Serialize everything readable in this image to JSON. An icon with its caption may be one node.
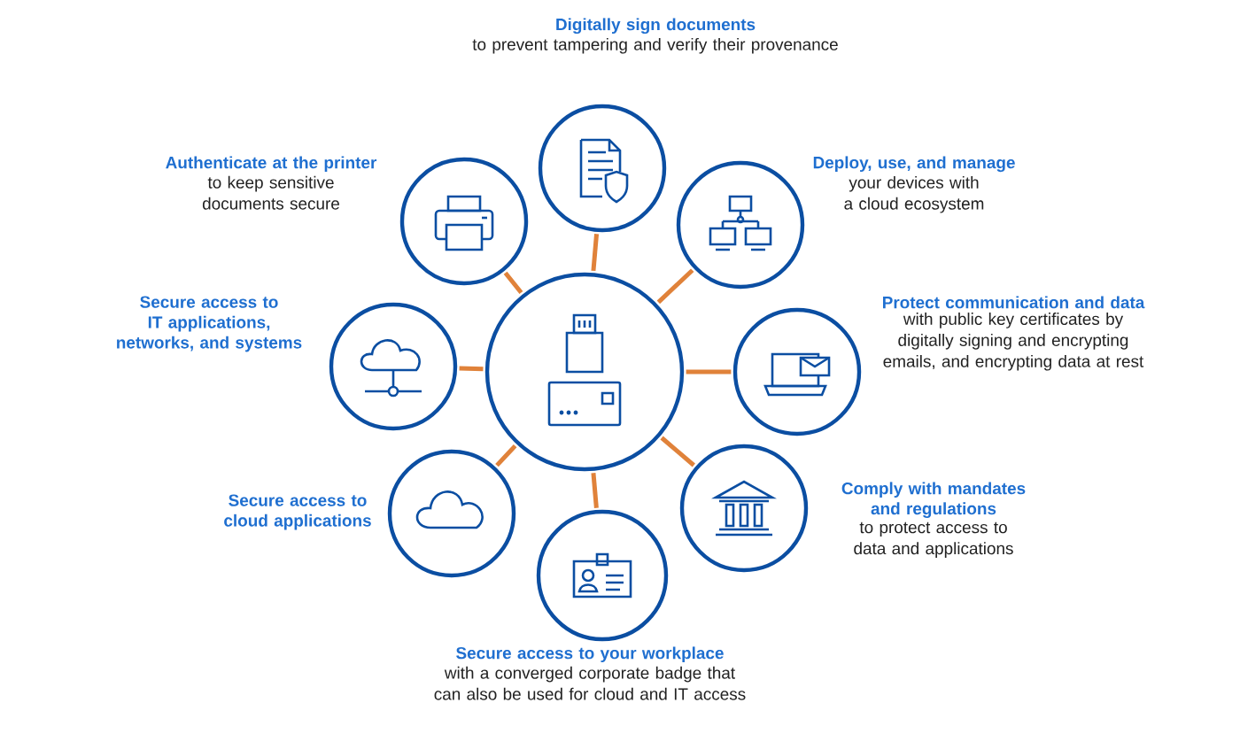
{
  "diagram": {
    "nodes": [
      {
        "text": [],
        "shape": "circle"
      },
      {
        "text": [
          "Digitally sign documents",
          "to prevent tampering and verify their provenance"
        ]
      },
      {
        "text": [
          "Authenticate at the printer",
          "to keep sensitive documents secure"
        ]
      },
      {
        "text": [
          "Deploy, use, and manage",
          "your devices with a cloud ecosystem"
        ]
      },
      {
        "text": [
          "Secure access to IT applications, networks, and systems"
        ]
      },
      {
        "text": [
          "Protect communication and data",
          "with public key certificates by digitally signing and encrypting emails, and encrypting data at rest"
        ]
      },
      {
        "text": [
          "Secure access to cloud applications"
        ]
      },
      {
        "text": [
          "Comply with mandates and regulations",
          "to protect access to data and applications"
        ]
      },
      {
        "text": [
          "Secure access to your workplace",
          "with a converged corporate badge that can also be used for cloud and IT access"
        ]
      }
    ],
    "edges": [
      {
        "from": 0,
        "to": 1,
        "arrow": "none"
      },
      {
        "from": 0,
        "to": 2,
        "arrow": "none"
      },
      {
        "from": 0,
        "to": 3,
        "arrow": "none"
      },
      {
        "from": 0,
        "to": 4,
        "arrow": "none"
      },
      {
        "from": 0,
        "to": 5,
        "arrow": "none"
      },
      {
        "from": 0,
        "to": 6,
        "arrow": "none"
      },
      {
        "from": 0,
        "to": 7,
        "arrow": "none"
      },
      {
        "from": 0,
        "to": 8,
        "arrow": "none"
      }
    ]
  }
}
